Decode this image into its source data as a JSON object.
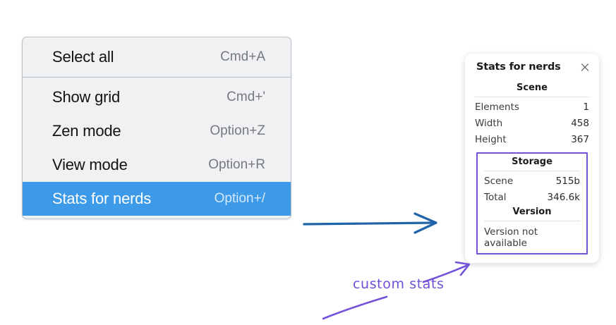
{
  "context_menu": {
    "name": "canvas-context-menu",
    "sections": [
      {
        "items": [
          {
            "label": "Select all",
            "shortcut": "Cmd+A",
            "selected": false
          }
        ]
      },
      {
        "items": [
          {
            "label": "Show grid",
            "shortcut": "Cmd+'",
            "selected": false
          },
          {
            "label": "Zen mode",
            "shortcut": "Option+Z",
            "selected": false
          },
          {
            "label": "View mode",
            "shortcut": "Option+R",
            "selected": false
          },
          {
            "label": "Stats for nerds",
            "shortcut": "Option+/",
            "selected": true
          }
        ]
      }
    ]
  },
  "stats_panel": {
    "title": "Stats for nerds",
    "close_icon": "close-icon",
    "scene": {
      "heading": "Scene",
      "rows": [
        {
          "label": "Elements",
          "value": "1"
        },
        {
          "label": "Width",
          "value": "458"
        },
        {
          "label": "Height",
          "value": "367"
        }
      ]
    },
    "storage": {
      "heading": "Storage",
      "rows": [
        {
          "label": "Scene",
          "value": "515b"
        },
        {
          "label": "Total",
          "value": "346.6k"
        }
      ]
    },
    "version": {
      "heading": "Version",
      "text": "Version not available"
    }
  },
  "annotations": {
    "note_text": "custom stats",
    "note_color": "#6f4fd4",
    "arrow_color": "#1f63a8",
    "highlight_color": "#7352d8"
  },
  "colors": {
    "menu_background": "#f0f1f3",
    "menu_border": "#b9c0c9",
    "menu_separator": "#b6bec8",
    "menu_selected": "#3d9ae8",
    "menu_selected_text": "#ffffff",
    "menu_shortcut_text": "#767a80",
    "panel_background": "#ffffff",
    "page_background": "#ffffff"
  }
}
